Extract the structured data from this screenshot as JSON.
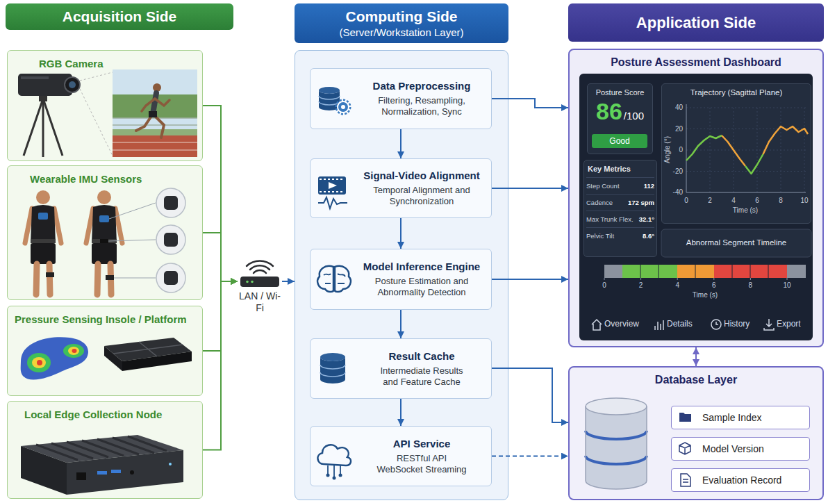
{
  "diagram": {
    "nodes": [
      {
        "text": [
          "Acquisition Side"
        ]
      },
      {
        "text": [
          "RGB Camera"
        ]
      },
      {
        "text": [
          "Wearable IMU Sensors"
        ]
      },
      {
        "text": [
          "Pressure Sensing Insole / Platform"
        ]
      },
      {
        "text": [
          "Local Edge Collection Node"
        ]
      },
      {
        "text": [
          "LAN / Wi-Fi"
        ]
      },
      {
        "text": [
          "Computing Side",
          "(Server/Workstation Layer)"
        ]
      },
      {
        "text": [
          "Data Preprocessing",
          "Filtering, Resampling, Normalization, Sync"
        ],
        "in": 6
      },
      {
        "text": [
          "Signal-Video Alignment",
          "Temporal Alignment and Synchronization"
        ],
        "in": 6
      },
      {
        "text": [
          "Model Inference Engine",
          "Posture Estimation and Abnormality Detection"
        ],
        "in": 6
      },
      {
        "text": [
          "Result Cache",
          "Intermediate Results and Feature Cache"
        ],
        "in": 6
      },
      {
        "text": [
          "API Service",
          "RESTful API WebSocket Streaming"
        ],
        "in": 6
      },
      {
        "text": [
          "Application Side"
        ]
      },
      {
        "text": [
          "Posture Assessment Dashboard"
        ]
      },
      {
        "text": [
          "Posture Score",
          "86",
          "/100"
        ],
        "in": 13
      },
      {
        "text": [
          "Good"
        ],
        "in": 14
      },
      {
        "text": [
          "Trajectory (Sagittal Plane)"
        ],
        "in": 13
      },
      {
        "text": [
          "Key Metrics",
          "Step Count",
          "112",
          "Cadence",
          "172 spm",
          "Max Trunk Flex.",
          "32.1°",
          "Pelvic Tilt",
          "8.6°"
        ],
        "in": 13
      },
      {
        "text": [
          "Abnormal Segment Timeline"
        ],
        "in": 13
      },
      {
        "text": [
          "Database Layer"
        ]
      },
      {
        "text": [
          "Sample Index"
        ],
        "in": 19
      },
      {
        "text": [
          "Model Version"
        ],
        "in": 19
      },
      {
        "text": [
          "Evaluation Record"
        ],
        "in": 19
      }
    ],
    "edges": [
      {
        "from": 1,
        "to": 5,
        "arrow": "to"
      },
      {
        "from": 2,
        "to": 5,
        "arrow": "to"
      },
      {
        "from": 3,
        "to": 5,
        "arrow": "to"
      },
      {
        "from": 4,
        "to": 5,
        "arrow": "to"
      },
      {
        "from": 5,
        "to": 6,
        "arrow": "to"
      },
      {
        "from": 7,
        "to": 8,
        "arrow": "to"
      },
      {
        "from": 8,
        "to": 9,
        "arrow": "to"
      },
      {
        "from": 9,
        "to": 10,
        "arrow": "to"
      },
      {
        "from": 10,
        "to": 11,
        "arrow": "to"
      },
      {
        "from": 7,
        "to": 13,
        "arrow": "to"
      },
      {
        "from": 8,
        "to": 13,
        "arrow": "to"
      },
      {
        "from": 9,
        "to": 13,
        "arrow": "to"
      },
      {
        "from": 10,
        "to": 19,
        "arrow": "to"
      },
      {
        "from": 11,
        "to": 19,
        "arrow": "to"
      },
      {
        "from": 13,
        "to": 19,
        "arrow": "both"
      }
    ],
    "labels": [
      "40",
      "20",
      "0",
      "-20",
      "-40",
      "0",
      "2",
      "4",
      "6",
      "8",
      "10",
      "Angle (°)",
      "Time (s)",
      "0",
      "2",
      "4",
      "6",
      "8",
      "10",
      "Time (s)",
      "Overview",
      "Details",
      "History",
      "Export"
    ]
  }
}
